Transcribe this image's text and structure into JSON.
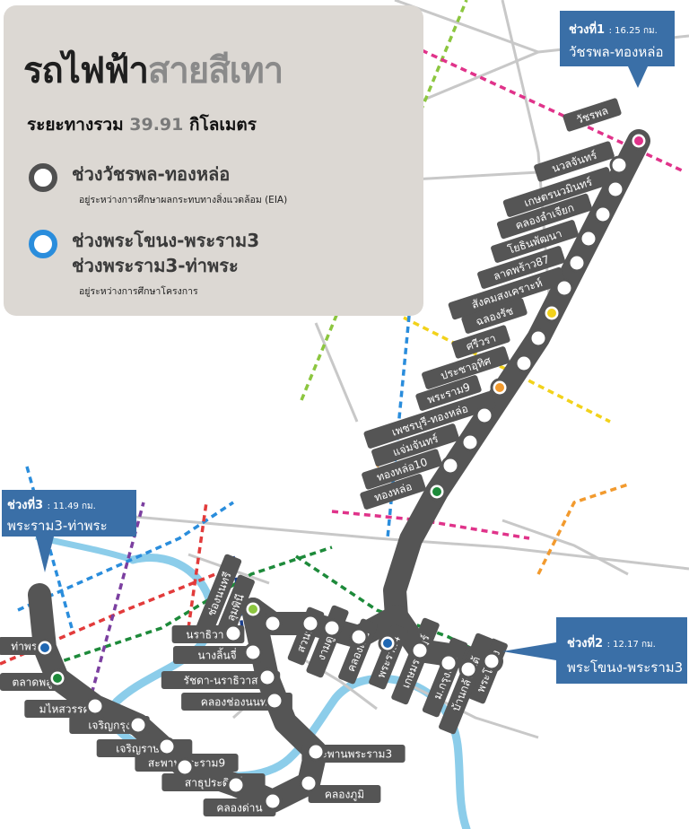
{
  "title": {
    "part1": "รถไฟฟ้า",
    "part2": "สายสีเทา"
  },
  "distance": {
    "prefix": "ระยะทางรวม",
    "value": "39.91",
    "unit": "กิโลเมตร"
  },
  "legend": [
    {
      "label": "ช่วงวัชรพล-ทองหล่อ",
      "sub": "อยู่ระหว่างการศึกษาผลกระทบทางสิ่งแวดล้อม (EIA)",
      "color": "#505050"
    },
    {
      "label": "ช่วงพระโขนง-พระราม3",
      "label2": "ช่วงพระราม3-ท่าพระ",
      "sub": "อยู่ระหว่างการศึกษาโครงการ",
      "color": "#2a8ddc"
    }
  ],
  "callouts": {
    "c1": {
      "head": "ช่วงที่1",
      "len": ": 16.25 กม.",
      "body": "วัชรพล-ทองหล่อ"
    },
    "c2": {
      "head": "ช่วงที่2",
      "len": ": 12.17 กม.",
      "body": "พระโขนง-พระราม3"
    },
    "c3": {
      "head": "ช่วงที่3",
      "len": ": 11.49 กม.",
      "body": "พระราม3-ท่าพระ"
    }
  },
  "colors": {
    "line": "#555555",
    "road": "#c8c8c8",
    "river": "#8ccdea",
    "callout": "#3a6fa7",
    "pink": "#e0338a",
    "yellow": "#f2d21b",
    "orange": "#f29a2e",
    "green": "#1d8a3a",
    "blue": "#1e67b3",
    "lightgreen": "#8cc63f",
    "purple": "#7b3fa0",
    "red": "#e23b3b",
    "navy": "#1a3e8a"
  },
  "stations": [
    {
      "name": "วัชรพล",
      "interchange": "pink"
    },
    {
      "name": "นวลจันทร์"
    },
    {
      "name": "เกษตรนวมินทร์"
    },
    {
      "name": "คลองลำเจียก"
    },
    {
      "name": "โยธินพัฒนา"
    },
    {
      "name": "ลาดพร้าว87"
    },
    {
      "name": "สังคมสงเคราะห์"
    },
    {
      "name": "ฉลองรัช",
      "interchange": "yellow"
    },
    {
      "name": "ศรีวรา"
    },
    {
      "name": "ประชาอุทิศ"
    },
    {
      "name": "พระราม9",
      "interchange": "orange"
    },
    {
      "name": "เพชรบุรี-ทองหล่อ"
    },
    {
      "name": "แจ่มจันทร์"
    },
    {
      "name": "ทองหล่อ10"
    },
    {
      "name": "ทองหล่อ",
      "interchange": "green"
    },
    {
      "name": "พระโขนง"
    },
    {
      "name": "บ้านกล้วยใต้"
    },
    {
      "name": "ม.กรุงเทพ"
    },
    {
      "name": "เกษมราษฎร์"
    },
    {
      "name": "พระราม4",
      "interchange": "blue"
    },
    {
      "name": "คลองเตย"
    },
    {
      "name": "งามดูพลี"
    },
    {
      "name": "สวนพลู"
    },
    {
      "name": "ลุมพินี"
    },
    {
      "name": "ช่องนนทรี",
      "interchange": "lightgreen"
    },
    {
      "name": "นราธิวาส"
    },
    {
      "name": "นางลิ้นจี่"
    },
    {
      "name": "รัชดา-นราธิวาส"
    },
    {
      "name": "คลองช่องนนทรี"
    },
    {
      "name": "สะพานพระราม3"
    },
    {
      "name": "คลองภูมิ"
    },
    {
      "name": "คลองด่าน"
    },
    {
      "name": "สาธุประดิษฐ์"
    },
    {
      "name": "สะพานพระราม9"
    },
    {
      "name": "เจริญราษฎร์"
    },
    {
      "name": "เจริญกรุง"
    },
    {
      "name": "มไหสวรรค์"
    },
    {
      "name": "ตลาดพลู",
      "interchange": "green"
    },
    {
      "name": "ท่าพระ",
      "interchange": "blue"
    }
  ]
}
